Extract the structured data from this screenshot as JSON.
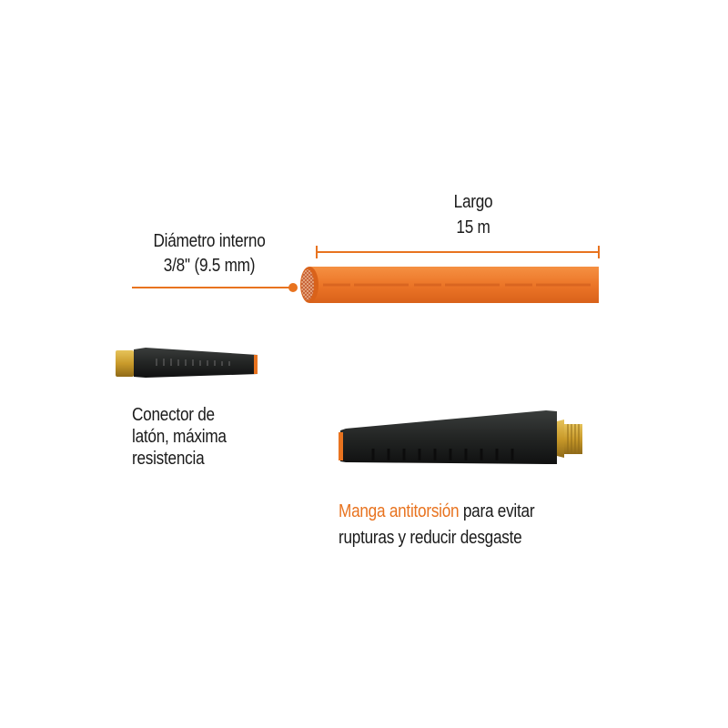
{
  "labels": {
    "diameter_title": "Diámetro interno",
    "diameter_value": "3/8'' (9.5 mm)",
    "length_title": "Largo",
    "length_value": "15 m",
    "connector_line1": "Conector de",
    "connector_line2": "latón, máxima",
    "connector_line3": "resistencia",
    "sleeve_highlight": "Manga antitorsión",
    "sleeve_rest1": " para evitar",
    "sleeve_line2": "rupturas y reducir desgaste"
  },
  "colors": {
    "accent": "#e8731f",
    "hose": "#ef7a2a",
    "text": "#1a1a1a",
    "brass": "#c9a032"
  }
}
